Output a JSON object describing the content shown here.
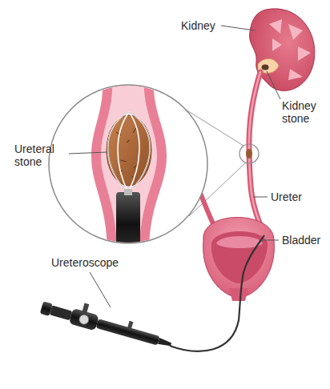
{
  "diagram": {
    "labels": [
      "Kidney",
      "Kidney stone",
      "Ureteral stone",
      "Ureter",
      "Bladder",
      "Ureteroscope"
    ]
  }
}
